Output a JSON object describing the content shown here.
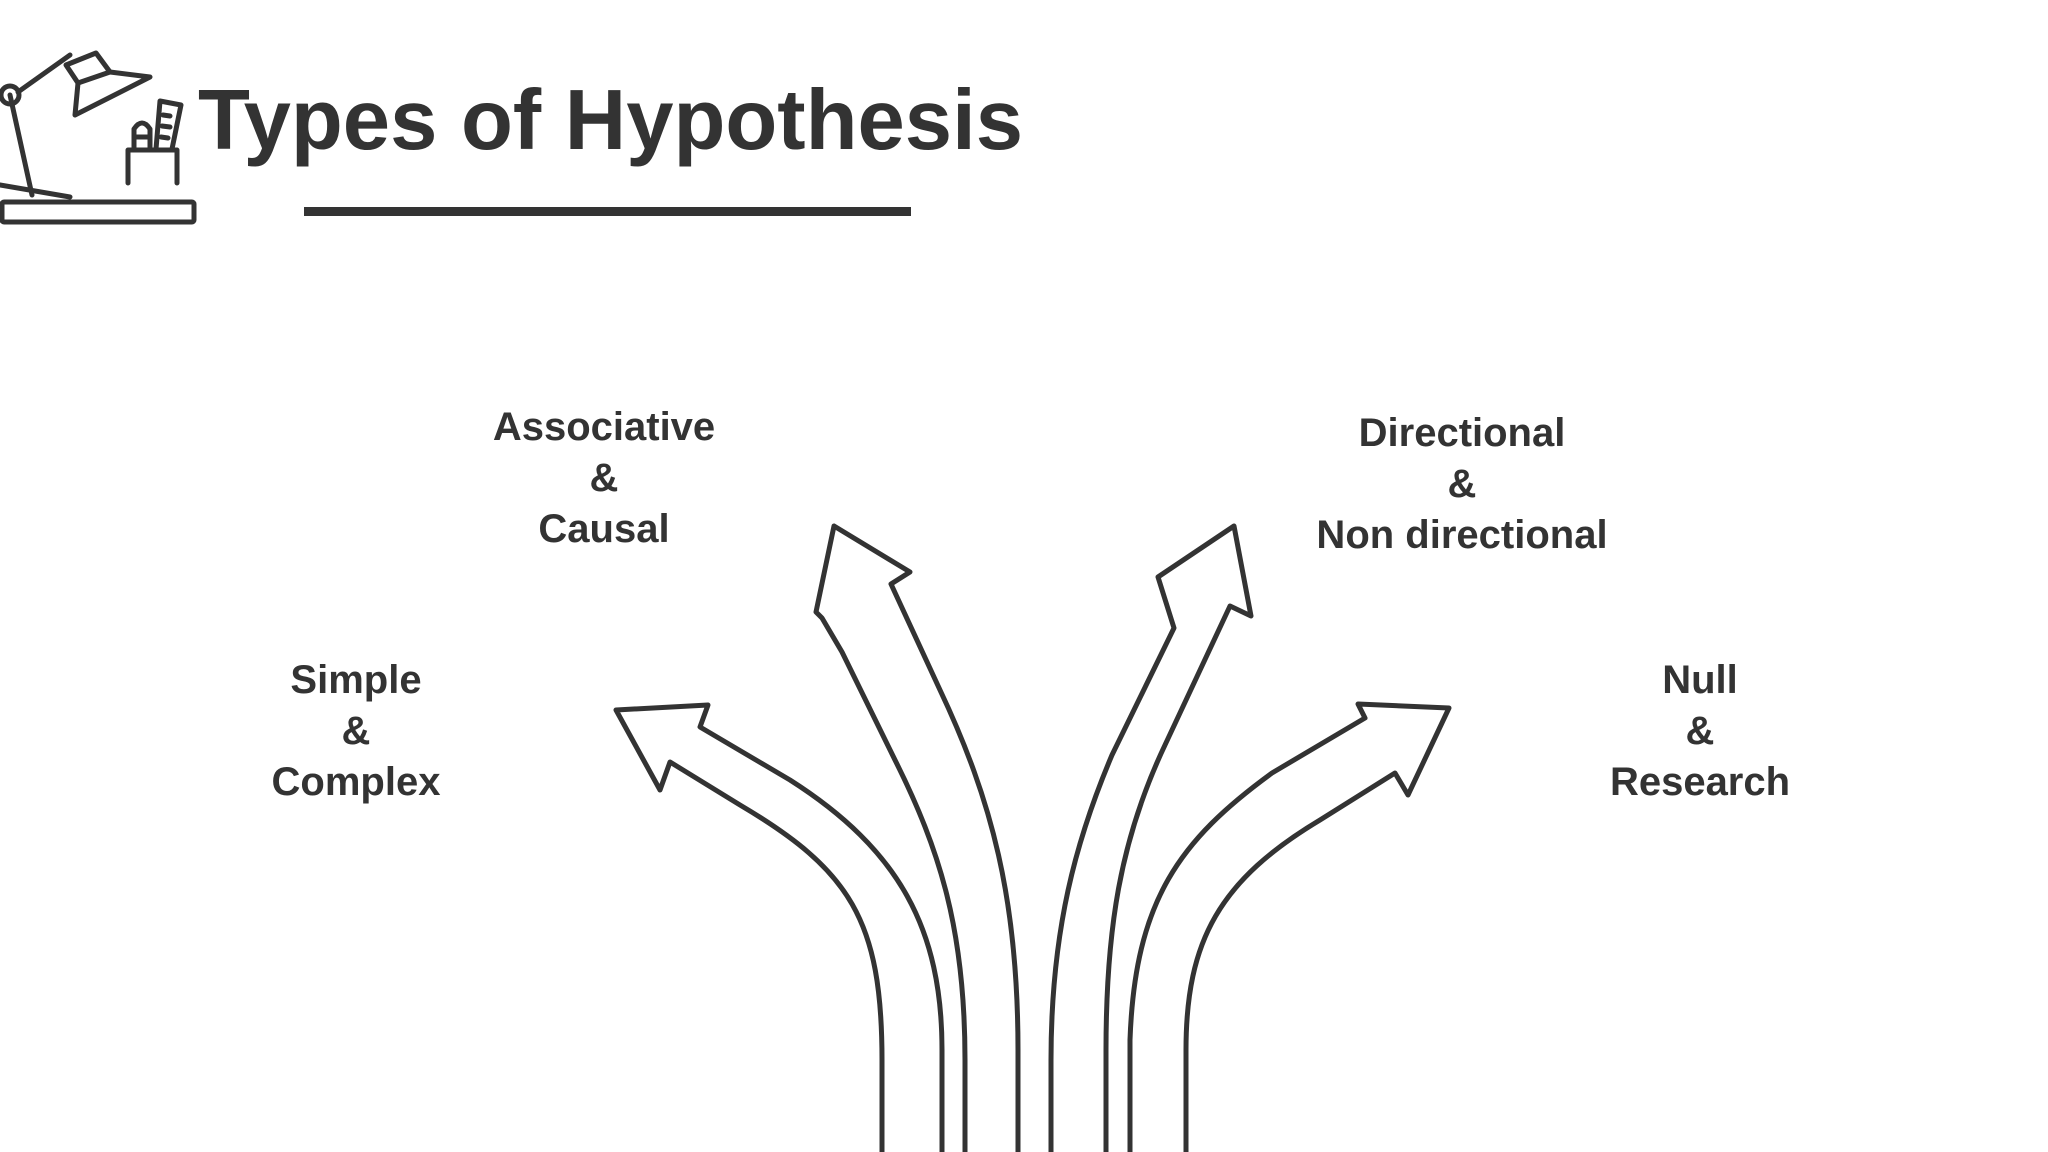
{
  "slide": {
    "title": "Types of Hypothesis",
    "logo_icon": "desk-lamp-icon",
    "line_color": "#333333",
    "background": "#ffffff"
  },
  "labels": {
    "simple_complex": {
      "line1": "Simple",
      "line2": "&",
      "line3": "Complex"
    },
    "associative_causal": {
      "line1": "Associative",
      "line2": "&",
      "line3": "Causal"
    },
    "directional": {
      "line1": "Directional",
      "line2": "&",
      "line3": "Non directional"
    },
    "null_research": {
      "line1": "Null",
      "line2": "&",
      "line3": "Research"
    }
  }
}
